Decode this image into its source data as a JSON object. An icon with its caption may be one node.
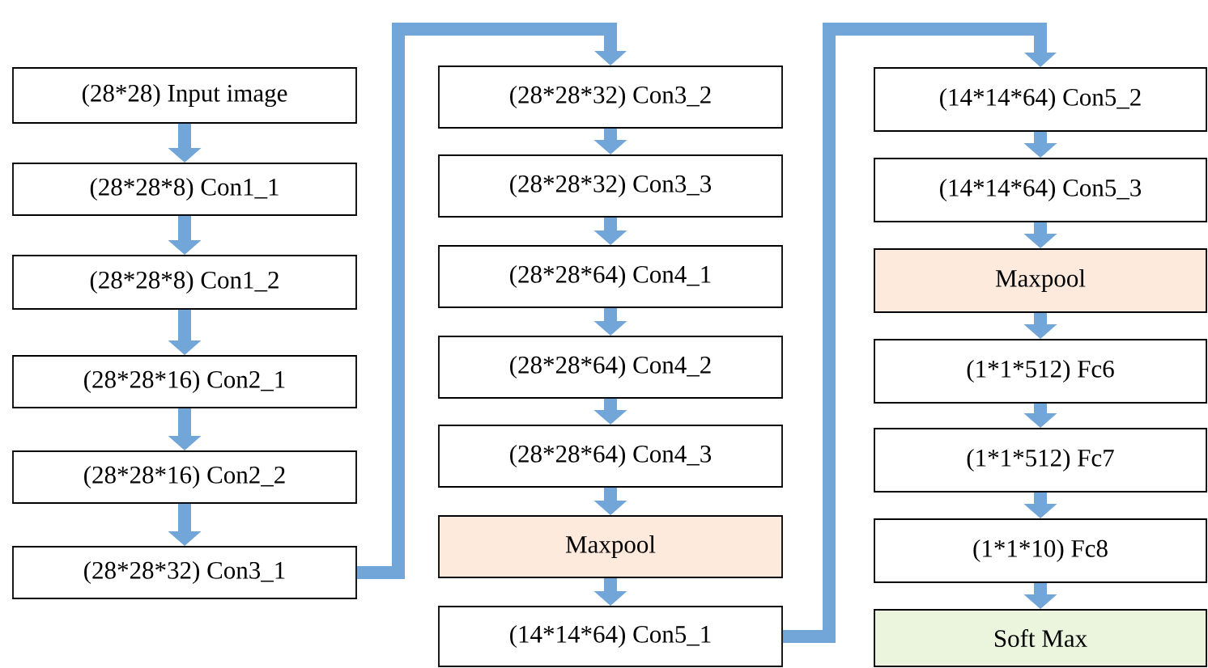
{
  "diagram": {
    "nodes": [
      {
        "text": [
          "(28*28) Input image"
        ]
      },
      {
        "text": [
          "(28*28*8) Con1_1"
        ]
      },
      {
        "text": [
          "(28*28*8) Con1_2"
        ]
      },
      {
        "text": [
          "(28*28*16) Con2_1"
        ]
      },
      {
        "text": [
          "(28*28*16) Con2_2"
        ]
      },
      {
        "text": [
          "(28*28*32) Con3_1"
        ]
      },
      {
        "text": [
          "(28*28*32) Con3_2"
        ]
      },
      {
        "text": [
          "(28*28*32) Con3_3"
        ]
      },
      {
        "text": [
          "(28*28*64) Con4_1"
        ]
      },
      {
        "text": [
          "(28*28*64) Con4_2"
        ]
      },
      {
        "text": [
          "(28*28*64) Con4_3"
        ]
      },
      {
        "text": [
          "Maxpool"
        ]
      },
      {
        "text": [
          "(14*14*64) Con5_1"
        ]
      },
      {
        "text": [
          "(14*14*64) Con5_2"
        ]
      },
      {
        "text": [
          "(14*14*64) Con5_3"
        ]
      },
      {
        "text": [
          "Maxpool"
        ]
      },
      {
        "text": [
          "(1*1*512) Fc6"
        ]
      },
      {
        "text": [
          "(1*1*512) Fc7"
        ]
      },
      {
        "text": [
          "(1*1*10) Fc8"
        ]
      },
      {
        "text": [
          "Soft Max"
        ]
      }
    ],
    "edges": [
      {
        "from": 0,
        "to": 1,
        "arrow": "to"
      },
      {
        "from": 1,
        "to": 2,
        "arrow": "to"
      },
      {
        "from": 2,
        "to": 3,
        "arrow": "to"
      },
      {
        "from": 3,
        "to": 4,
        "arrow": "to"
      },
      {
        "from": 4,
        "to": 5,
        "arrow": "to"
      },
      {
        "from": 5,
        "to": 6,
        "arrow": "to"
      },
      {
        "from": 6,
        "to": 7,
        "arrow": "to"
      },
      {
        "from": 7,
        "to": 8,
        "arrow": "to"
      },
      {
        "from": 8,
        "to": 9,
        "arrow": "to"
      },
      {
        "from": 9,
        "to": 10,
        "arrow": "to"
      },
      {
        "from": 10,
        "to": 11,
        "arrow": "to"
      },
      {
        "from": 11,
        "to": 12,
        "arrow": "to"
      },
      {
        "from": 12,
        "to": 13,
        "arrow": "to"
      },
      {
        "from": 13,
        "to": 14,
        "arrow": "to"
      },
      {
        "from": 14,
        "to": 15,
        "arrow": "to"
      },
      {
        "from": 15,
        "to": 16,
        "arrow": "to"
      },
      {
        "from": 16,
        "to": 17,
        "arrow": "to"
      },
      {
        "from": 17,
        "to": 18,
        "arrow": "to"
      },
      {
        "from": 18,
        "to": 19,
        "arrow": "to"
      }
    ]
  }
}
